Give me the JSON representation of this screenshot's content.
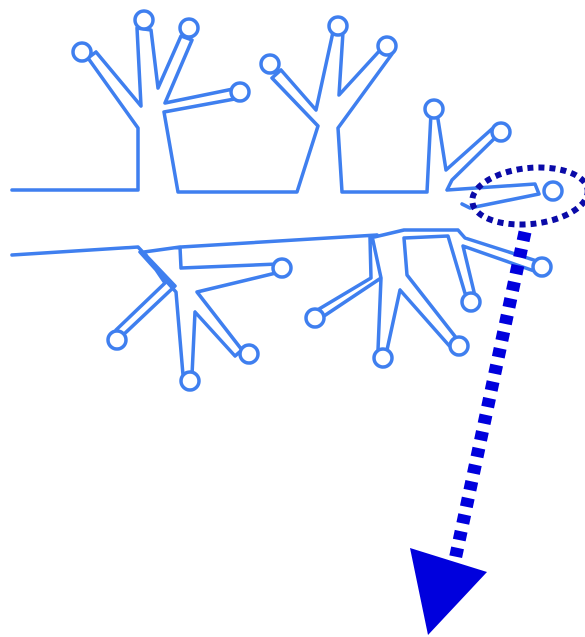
{
  "diagram": {
    "outline_color": "#3f7fef",
    "highlight_color": "#0a0aa8",
    "arrow_color": "#0000dd",
    "background": "#ffffff",
    "components": [
      "branched-outline",
      "terminal-knobs",
      "highlight-ellipse",
      "dashed-arrow"
    ]
  }
}
